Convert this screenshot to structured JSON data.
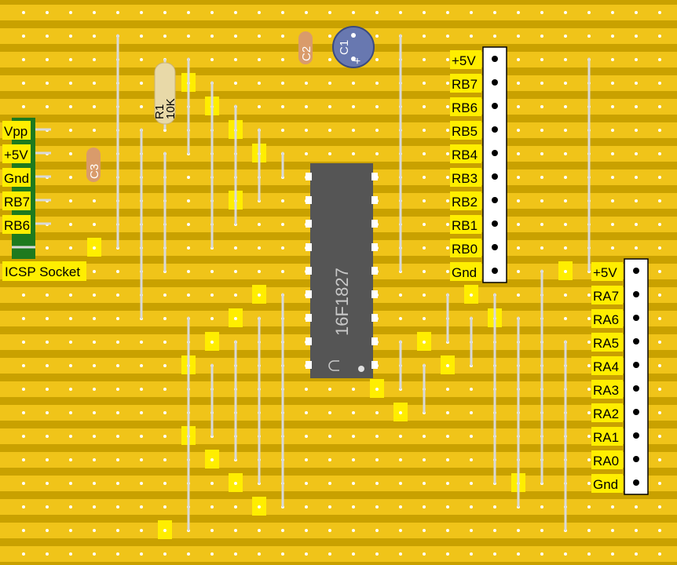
{
  "board": {
    "strip_color": "#f0c419",
    "gap_color": "#c9a100",
    "hole_color": "#ffffff",
    "wire_color": "#d9d9d9",
    "cut_color": "#ffee00",
    "chip_color": "#555555",
    "header_color": "#1e7a1e"
  },
  "components": {
    "chip_label": "16F1827",
    "r1_ref": "R1",
    "r1_value": "10K",
    "c1_ref": "C1",
    "c2_ref": "C2",
    "c3_ref": "C3",
    "c1_polarity": "+"
  },
  "icsp": {
    "title": "ICSP Socket",
    "pins": [
      "Vpp",
      "+5V",
      "Gnd",
      "RB7",
      "RB6"
    ]
  },
  "portb_header": {
    "pins": [
      "+5V",
      "RB7",
      "RB6",
      "RB5",
      "RB4",
      "RB3",
      "RB2",
      "RB1",
      "RB0",
      "Gnd"
    ]
  },
  "porta_header": {
    "pins": [
      "+5V",
      "RA7",
      "RA6",
      "RA5",
      "RA4",
      "RA3",
      "RA2",
      "RA1",
      "RA0",
      "Gnd"
    ]
  }
}
